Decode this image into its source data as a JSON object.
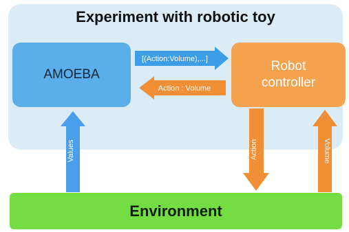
{
  "title": "Experiment with robotic toy",
  "nodes": {
    "amoeba": "AMOEBA",
    "robot_line1": "Robot",
    "robot_line2": "controller",
    "environment": "Environment"
  },
  "arrows": {
    "to_robot": "[(Action:Volume),...]",
    "to_amoeba": "Action : Volume",
    "values": "Values",
    "action": "Action",
    "volume": "Volume"
  },
  "colors": {
    "panel": "#dcecf7",
    "amoeba": "#5aaeea",
    "robot": "#f5a24e",
    "environment": "#74dd43"
  }
}
